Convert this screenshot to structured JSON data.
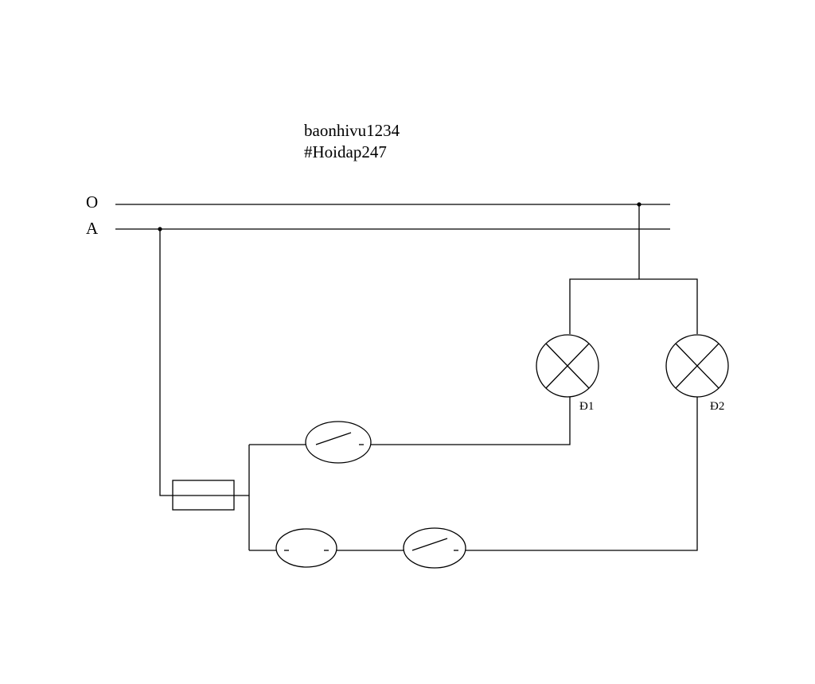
{
  "caption": {
    "line1": "baonhivu1234",
    "line2": "#Hoidap247"
  },
  "rails": [
    {
      "label": "O"
    },
    {
      "label": "A"
    }
  ],
  "lamps": [
    {
      "label": "Đ1"
    },
    {
      "label": "Đ2"
    }
  ],
  "colors": {
    "line": "#000000",
    "background": "#ffffff"
  }
}
